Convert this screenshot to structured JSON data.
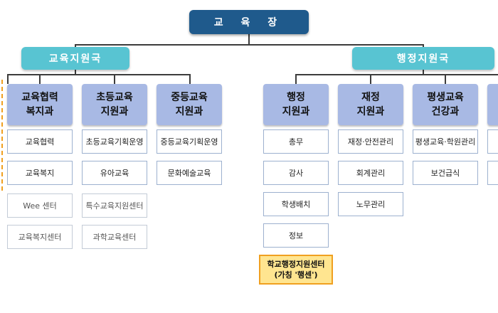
{
  "top": {
    "label": "교 육 장"
  },
  "bureaus": [
    {
      "label": "교육지원국",
      "departments": [
        {
          "label": "교육협력\n복지과",
          "sections": [
            "교육협력",
            "교육복지",
            "Wee 센터",
            "교육복지센터"
          ]
        },
        {
          "label": "초등교육\n지원과",
          "sections": [
            "초등교육기획운영",
            "유아교육",
            "특수교육지원센터",
            "과학교육센터"
          ]
        },
        {
          "label": "중등교육\n지원과",
          "sections": [
            "중등교육기획운영",
            "문화예술교육"
          ]
        }
      ]
    },
    {
      "label": "행정지원국",
      "departments": [
        {
          "label": "행정\n지원과",
          "sections": [
            "총무",
            "감사",
            "학생배치",
            "정보",
            "학교행정지원센터\n(가칭 '행센')"
          ]
        },
        {
          "label": "재정\n지원과",
          "sections": [
            "재정·안전관리",
            "회계관리",
            "노무관리"
          ]
        },
        {
          "label": "평생교육\n건강과",
          "sections": [
            "평생교육·학원관리",
            "보건급식"
          ]
        }
      ]
    }
  ]
}
